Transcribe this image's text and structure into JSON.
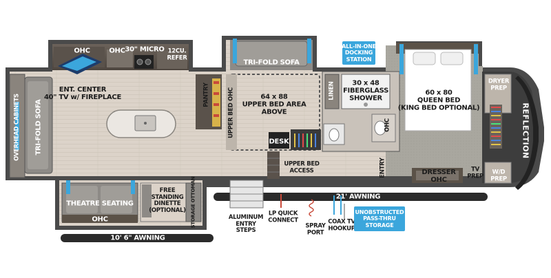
{
  "labels": {
    "ohc_left": "OHC",
    "ohc_mid": "OHC",
    "micro": "30\" MICRO",
    "refer": "12CU.\nREFER",
    "ent_center": "ENT. CENTER\n40\" TV w/ FIREPLACE",
    "pantry": "PANTRY",
    "overhead_cabinets": "OVERHEAD CABINETS",
    "trifold_sofa_left": "TRI-FOLD SOFA",
    "trifold_sofa_top": "TRI-FOLD SOFA",
    "upper_bed_ohc": "UPPER BED OHC",
    "upper_bed_area": "64 x 88\nUPPER BED AREA\nABOVE",
    "desk": "DESK",
    "upper_bed_access": "UPPER BED\nACCESS",
    "linen": "LINEN",
    "shower": "30 x 48\nFIBERGLASS\nSHOWER",
    "ohc_bath": "OHC",
    "entry": "ENTRY",
    "queen_bed": "60 x 80\nQUEEN BED\n(KING BED OPTIONAL)",
    "dryer_prep": "DRYER\nPREP",
    "wd_prep": "W/D\nPREP",
    "tv_prep": "TV\nPREP",
    "dresser": "DRESSER\nOHC",
    "brand": "REFLECTION",
    "theatre_seating": "THEATRE SEATING",
    "ohc_theatre": "OHC",
    "dinette": "FREE\nSTANDING\nDINETTE\n(OPTIONAL)",
    "storage_ottoman": "STORAGE OTTOMAN",
    "awning_left": "10' 6\" AWNING",
    "awning_right": "21' AWNING",
    "entry_steps": "ALUMINUM\nENTRY\nSTEPS",
    "lp_connect": "LP QUICK\nCONNECT",
    "spray_port": "SPRAY\nPORT",
    "coax": "COAX TV\nHOOKUP"
  },
  "badges": {
    "docking": "ALL-IN-ONE\nDOCKING\nSTATION",
    "storage": "UNOBSTRUCTED\nPASS-THRU\nSTORAGE"
  },
  "colors": {
    "wall": "#4a4a4a",
    "floor_wood": "#d9cfc4",
    "carpet": "#a7a59d",
    "accent_blue": "#3ba6dc",
    "cabinet_dark": "#5b5248"
  }
}
